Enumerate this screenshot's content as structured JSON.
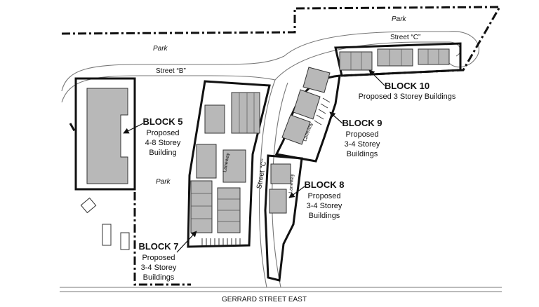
{
  "labels": {
    "park_top": "Park",
    "park_upper": "Park",
    "park_middle": "Park",
    "street_b": "Street “B”",
    "street_c_top": "Street “C”",
    "street_c_middle": "Street “C”",
    "gerrard": "GERRARD STREET EAST",
    "laneway_left": "Laneway",
    "laneway_right": "Laneway",
    "laneway_block8": "Laneway"
  },
  "blocks": {
    "block5": {
      "title": "BLOCK 5",
      "line1": "Proposed",
      "line2": "4-8 Storey",
      "line3": "Building"
    },
    "block7": {
      "title": "BLOCK 7",
      "line1": "Proposed",
      "line2": "3-4 Storey",
      "line3": "Buildings"
    },
    "block8": {
      "title": "BLOCK 8",
      "line1": "Proposed",
      "line2": "3-4 Storey",
      "line3": "Buildings"
    },
    "block9": {
      "title": "BLOCK 9",
      "line1": "Proposed",
      "line2": "3-4 Storey",
      "line3": "Buildings"
    },
    "block10": {
      "title": "BLOCK 10",
      "line1": "Proposed 3 Storey Buildings"
    }
  }
}
